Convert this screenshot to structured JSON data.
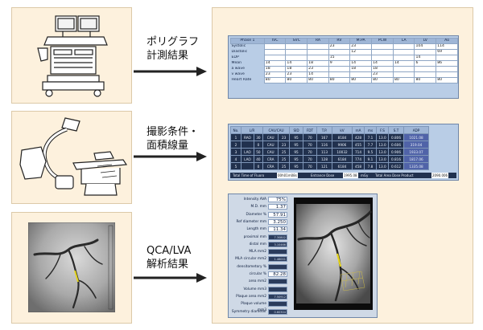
{
  "labels": {
    "polygraph": [
      "ポリグラフ",
      "計測結果"
    ],
    "imaging": [
      "撮影条件・",
      "面積線量"
    ],
    "qca": [
      "QCA/LVA",
      "解析結果"
    ]
  },
  "polygraph_table": {
    "header": [
      "Phase 1",
      "IVC",
      "SVC",
      "RA",
      "RV",
      "M.PA",
      "PCW",
      "LA",
      "LV",
      "Ao"
    ],
    "rows": [
      {
        "label": "Systolic",
        "cells": [
          "",
          "",
          "",
          "23",
          "23",
          "",
          "",
          "104",
          "114"
        ]
      },
      {
        "label": "Diastolic",
        "cells": [
          "",
          "",
          "",
          "",
          "12",
          "",
          "",
          "",
          "69"
        ]
      },
      {
        "label": "EDP",
        "cells": [
          "",
          "",
          "",
          "15",
          "",
          "",
          "",
          "14",
          ""
        ]
      },
      {
        "label": "Mean",
        "cells": [
          "14",
          "14",
          "18",
          "9",
          "14",
          "14",
          "14",
          "6",
          "86"
        ]
      },
      {
        "label": "a wave",
        "cells": [
          "18",
          "18",
          "23",
          "",
          "18",
          "18",
          "",
          "",
          ""
        ]
      },
      {
        "label": "v wave",
        "cells": [
          "23",
          "23",
          "14",
          "",
          "",
          "23",
          "",
          "",
          ""
        ]
      },
      {
        "label": "Heart Rate",
        "cells": [
          "80",
          "80",
          "80",
          "80",
          "80",
          "80",
          "80",
          "80",
          "80"
        ]
      }
    ]
  },
  "conditions_table": {
    "header": [
      "No.",
      "L/R",
      "CAU/CAU",
      "SID",
      "FDT",
      "T.P.",
      "kV",
      "mA",
      "ms",
      "F.S",
      "S.T",
      "ADP"
    ],
    "rows": [
      [
        "1",
        "RAO",
        "30",
        "CAU",
        "23",
        "95",
        "70",
        "167",
        "8184",
        "428",
        "7.1",
        "13.0",
        "0.806",
        "1021.08"
      ],
      [
        "2",
        "",
        "0",
        "CAU",
        "23",
        "95",
        "70",
        "116",
        "9906",
        "455",
        "7.7",
        "13.0",
        "0.606",
        "319.04"
      ],
      [
        "3",
        "LAO",
        "50",
        "CAU",
        "25",
        "95",
        "70",
        "113",
        "10032",
        "714",
        "9.5",
        "13.0",
        "0.906",
        "1933.07"
      ],
      [
        "4",
        "LAO",
        "40",
        "CRA",
        "25",
        "95",
        "70",
        "128",
        "6184",
        "774",
        "9.1",
        "13.0",
        "0.816",
        "1817.06"
      ],
      [
        "5",
        "",
        "0",
        "CRA",
        "25",
        "95",
        "70",
        "121",
        "6184",
        "458",
        "7.8",
        "13.0",
        "0.612",
        "1335.08"
      ]
    ],
    "totals": {
      "fluoro_label": "Total Time of Fluoro",
      "fluoro_value": "00h01m08s",
      "dose_label": "Entrance Dose",
      "dose_value": "1995.08",
      "dose_unit": "mGy",
      "area_label": "Total Area Dose Product",
      "area_value": "2090.006"
    }
  },
  "qca_panel": {
    "rows": [
      {
        "label": "Intensity AVA",
        "value": "75%"
      },
      {
        "label": "M.D. mm",
        "value": "1.37"
      },
      {
        "label": "Diameter %",
        "value": "57.91"
      },
      {
        "label": "Ref diameter mm",
        "value": "3.250"
      },
      {
        "label": "Length mm",
        "value": "11.34"
      },
      {
        "label": "proximal mm",
        "value": "7.30802"
      },
      {
        "label": "distal mm",
        "value": "3.10466"
      },
      {
        "label": "MLA mm2",
        "value": ""
      },
      {
        "label": "MLA circular mm2",
        "value": "1.46001"
      },
      {
        "label": "densitometory %",
        "value": ""
      },
      {
        "label": "circular %",
        "value": "82.28"
      },
      {
        "label": "area mm2",
        "value": ""
      },
      {
        "label": "Volume mm3",
        "value": ""
      },
      {
        "label": "Plaque area mm2",
        "value": "7.50912"
      },
      {
        "label": "Plaque volume mm3",
        "value": ""
      },
      {
        "label": "Symmetry diameter",
        "value": "0.60304"
      }
    ]
  }
}
